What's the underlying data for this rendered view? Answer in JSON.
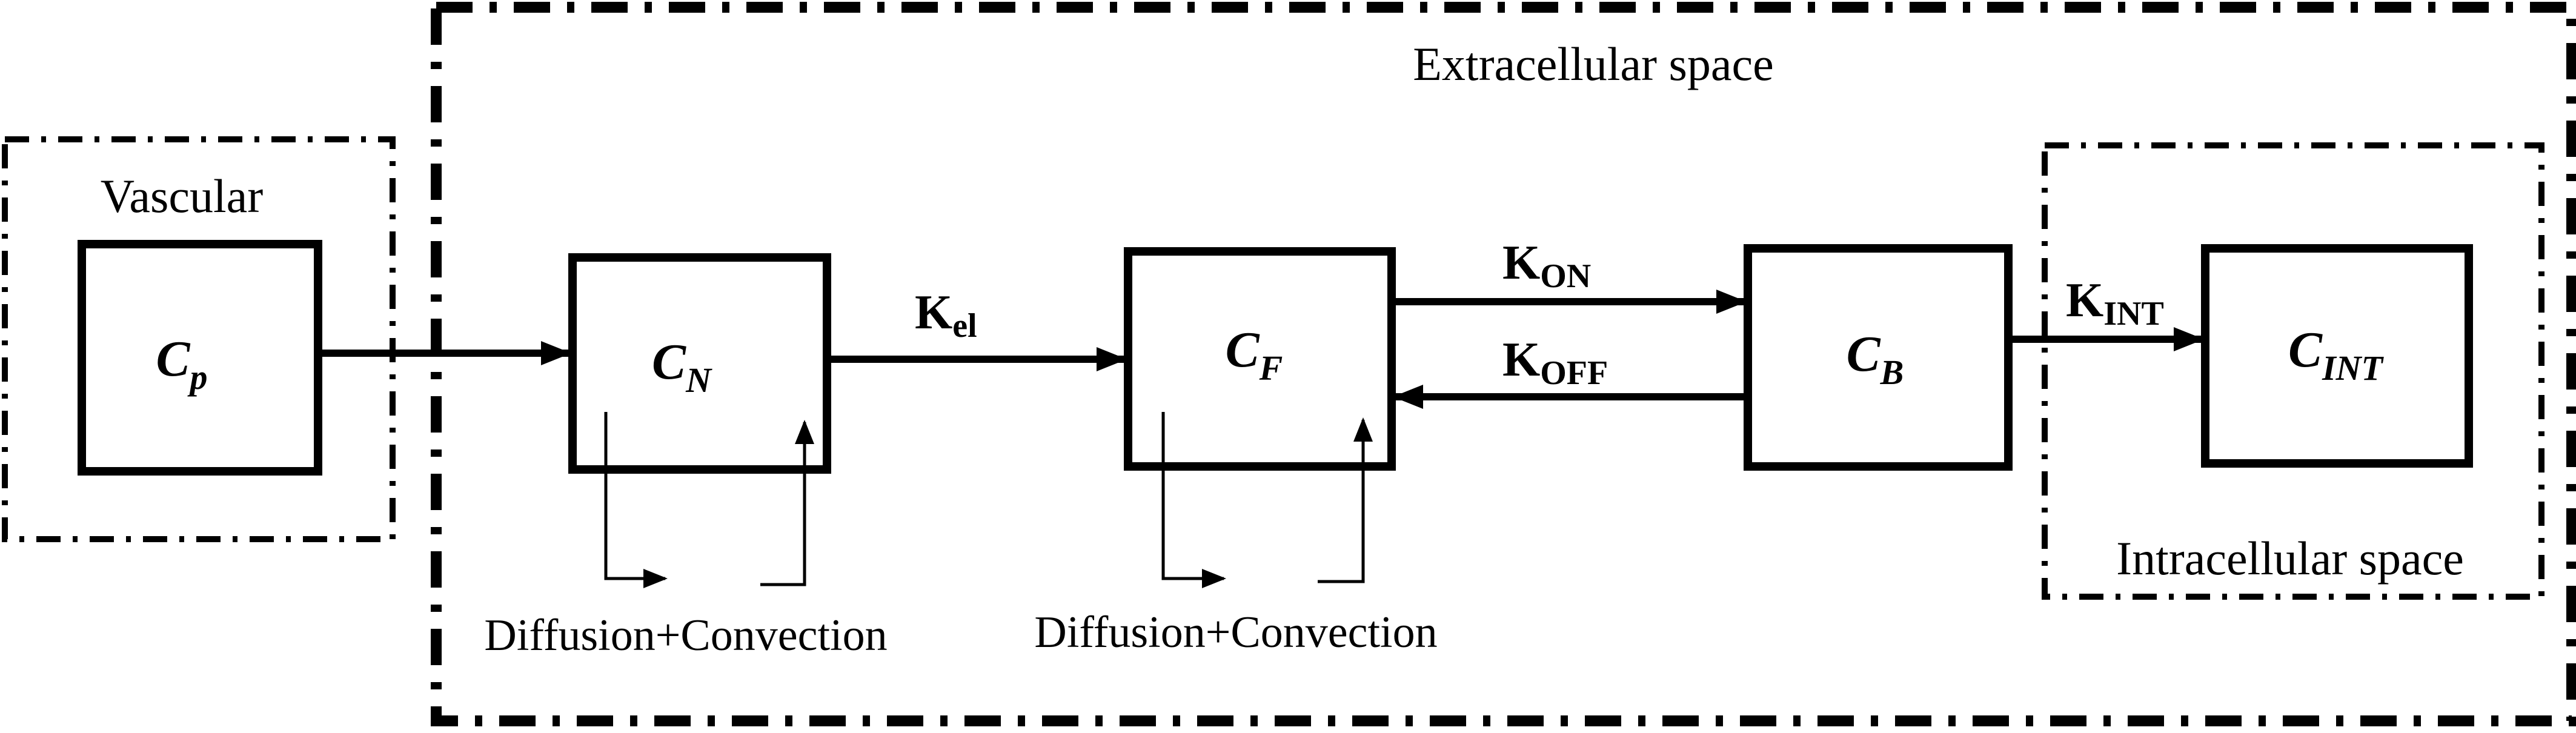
{
  "regions": {
    "vascular": "Vascular",
    "extracellular": "Extracellular space",
    "intracellular": "Intracellular space"
  },
  "boxes": {
    "cp": {
      "main": "C",
      "sub": "p"
    },
    "cn": {
      "main": "C",
      "sub": "N"
    },
    "cf": {
      "main": "C",
      "sub": "F"
    },
    "cb": {
      "main": "C",
      "sub": "B"
    },
    "cint": {
      "main": "C",
      "sub": "INT"
    }
  },
  "rates": {
    "kel": {
      "main": "K",
      "sub": "el"
    },
    "kon": {
      "main": "K",
      "sub": "ON"
    },
    "koff": {
      "main": "K",
      "sub": "OFF"
    },
    "kint": {
      "main": "K",
      "sub": "INT"
    }
  },
  "processes": {
    "cn_loop": "Diffusion+Convection",
    "cf_loop": "Diffusion+Convection"
  },
  "colors": {
    "line": "#000000",
    "background": "#ffffff"
  }
}
